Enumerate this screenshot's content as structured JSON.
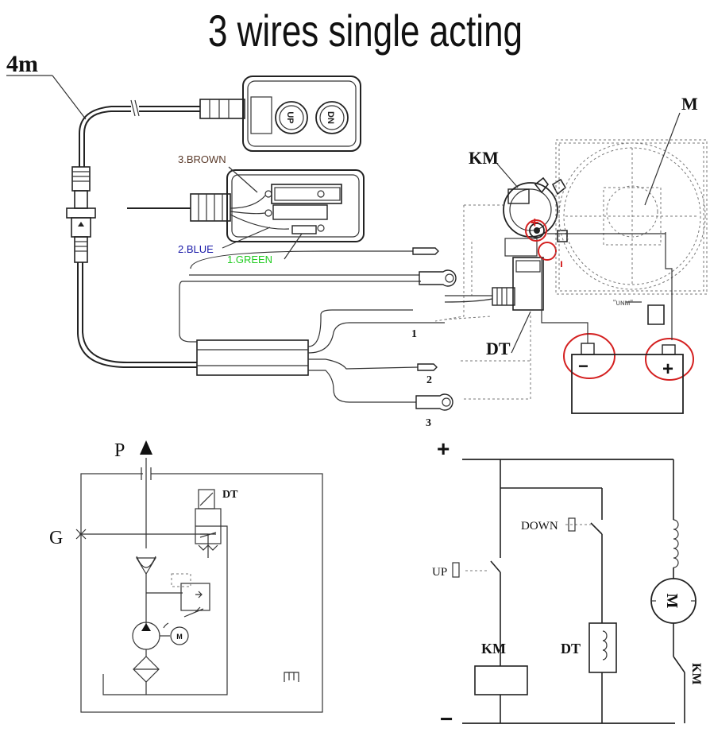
{
  "title": "3 wires single acting",
  "cable_length": "4m",
  "remote": {
    "up_label": "UP",
    "down_label": "DN"
  },
  "wires": {
    "brown": {
      "label": "3.BROWN",
      "color": "#5a3a2a"
    },
    "blue": {
      "label": "2.BLUE",
      "color": "#1a1aa8"
    },
    "green": {
      "label": "1.GREEN",
      "color": "#22cc22"
    }
  },
  "labels": {
    "km": "KM",
    "m": "M",
    "dt": "DT",
    "wire1": "1",
    "wire2": "2",
    "wire3": "3",
    "battery_minus": "−",
    "battery_plus": "+",
    "terminal_plus": "+",
    "terminal_minus": "ı",
    "motor_plate": "\"ᴜɴᴍ\""
  },
  "hydraulic": {
    "p": "P",
    "g": "G",
    "dt": "DT",
    "motor": "M"
  },
  "circuit": {
    "plus": "+",
    "minus": "−",
    "down": "DOWN",
    "up": "UP",
    "km": "KM",
    "dt": "DT",
    "m": "M",
    "km_contact": "KM"
  },
  "colors": {
    "highlight": "#d42020",
    "line": "#222222"
  }
}
